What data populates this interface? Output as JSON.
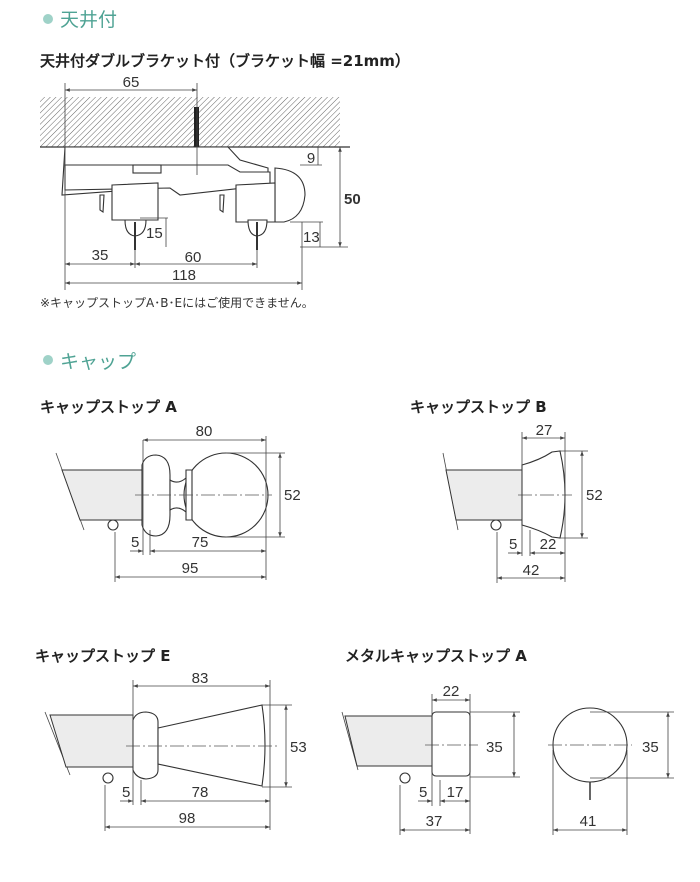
{
  "colors": {
    "accent": "#4fa394",
    "bullet": "#9fd2c8"
  },
  "ceiling": {
    "heading": "天井付",
    "subtitle": "天井付ダブルブラケット付（ブラケット幅 =21mm）",
    "dims": {
      "d65": "65",
      "d9": "9",
      "d50": "50",
      "d15": "15",
      "d13": "13",
      "d35": "35",
      "d60": "60",
      "d118": "118"
    },
    "note": "※キャップストップA･B･Eにはご使用できません。"
  },
  "cap": {
    "heading": "キャップ",
    "a": {
      "title": "キャップストップ A",
      "d80": "80",
      "d52": "52",
      "d5": "5",
      "d75": "75",
      "d95": "95"
    },
    "b": {
      "title": "キャップストップ B",
      "d27": "27",
      "d52": "52",
      "d5": "5",
      "d22": "22",
      "d42": "42"
    },
    "e": {
      "title": "キャップストップ E",
      "d83": "83",
      "d53": "53",
      "d5": "5",
      "d78": "78",
      "d98": "98"
    },
    "metal": {
      "title": "メタルキャップストップ A",
      "d22": "22",
      "d35": "35",
      "d5": "5",
      "d17": "17",
      "d37": "37",
      "side35": "35",
      "d41": "41"
    }
  }
}
